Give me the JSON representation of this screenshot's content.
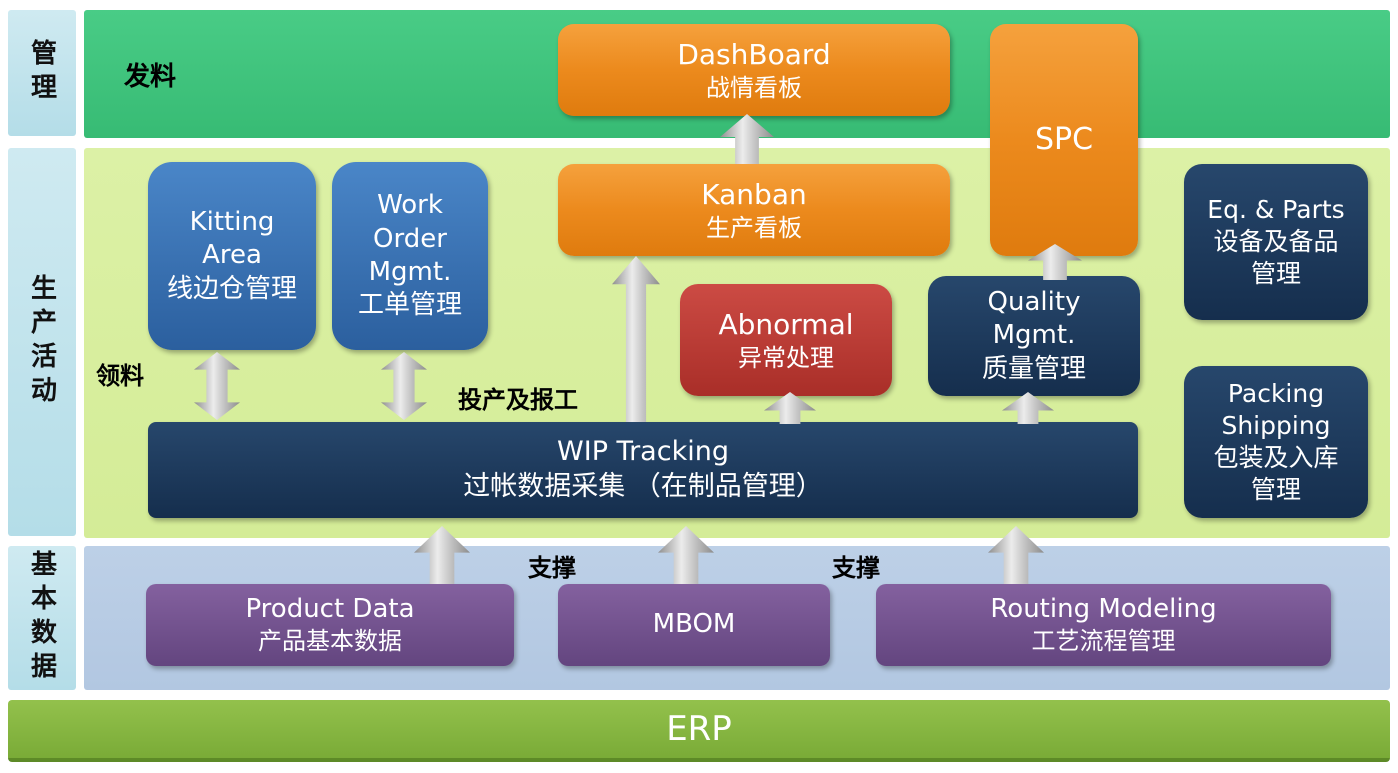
{
  "colors": {
    "band_top_green": "#3cc47c",
    "band_middle_yellowgreen": "#d8ee9e",
    "band_bottom_blue": "#b8cce4",
    "erp_green": "#83b33f",
    "row_label_blue": "#bfe3ec",
    "orange_box": "#ec8a1d",
    "blue_box": "#336fae",
    "navy_box": "#1d3a5f",
    "red_box": "#be3933",
    "purple_box": "#73519a",
    "arrow_gray": "#bdbdbd"
  },
  "row_labels": {
    "management": "管理",
    "production": "生产活动",
    "basic_data": "基本数据"
  },
  "annotations": {
    "issue_material": "发料",
    "pick_material": "领料",
    "start_and_report": "投产及报工",
    "support_1": "支撑",
    "support_2": "支撑"
  },
  "boxes": {
    "dashboard": {
      "line1": "DashBoard",
      "line2": "战情看板"
    },
    "spc": {
      "line1": "SPC"
    },
    "kanban": {
      "line1": "Kanban",
      "line2": "生产看板"
    },
    "kitting": {
      "line1": "Kitting Area",
      "line2": "线边仓管理"
    },
    "work_order": {
      "line1": "Work Order Mgmt.",
      "line2": "工单管理"
    },
    "abnormal": {
      "line1": "Abnormal",
      "line2": "异常处理"
    },
    "quality": {
      "line1": "Quality Mgmt.",
      "line2": "质量管理"
    },
    "eq_parts": {
      "line1": "Eq. & Parts",
      "line2": "设备及备品管理"
    },
    "packing": {
      "line1": "Packing Shipping",
      "line2": "包装及入库管理"
    },
    "wip": {
      "line1": "WIP Tracking",
      "line2": "过帐数据采集 （在制品管理）"
    },
    "product_data": {
      "line1": "Product Data",
      "line2": "产品基本数据"
    },
    "mbom": {
      "line1": "MBOM"
    },
    "routing": {
      "line1": "Routing Modeling",
      "line2": "工艺流程管理"
    },
    "erp": {
      "line1": "ERP"
    }
  },
  "arrows": [
    "arrow-kanban-to-dashboard",
    "arrow-quality-to-spc",
    "arrow-kitting-bidirectional",
    "arrow-workorder-bidirectional",
    "arrow-wip-to-kanban",
    "arrow-wip-to-abnormal",
    "arrow-wip-to-quality",
    "arrow-productdata-to-wip",
    "arrow-mbom-to-wip",
    "arrow-routing-to-wip"
  ]
}
